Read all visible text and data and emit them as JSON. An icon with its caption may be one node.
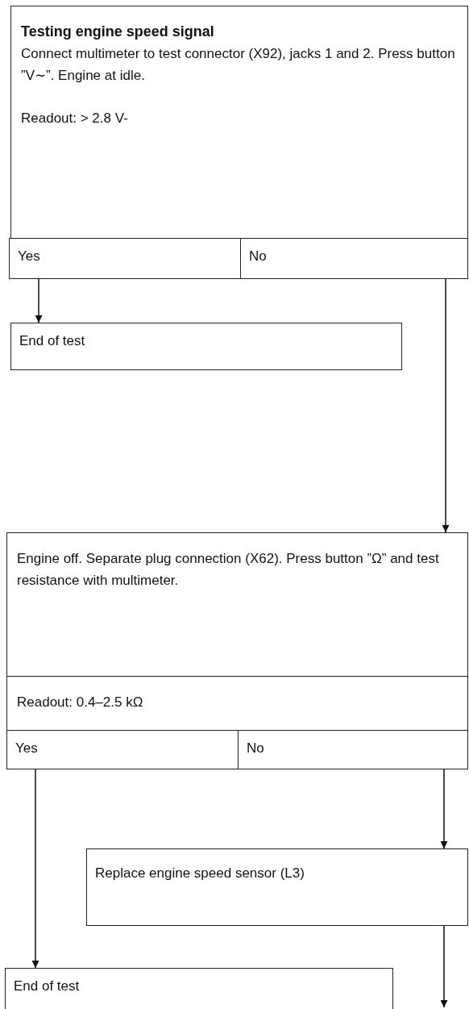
{
  "diagram": {
    "nodes": [
      {
        "text": [
          "Testing engine speed signal",
          "Connect multimeter to test connector (X92), jacks 1 and 2. Press button ”V∼”. Engine at idle.",
          "Readout: > 2.8 V-"
        ]
      },
      {
        "text": [
          "Yes"
        ]
      },
      {
        "text": [
          "No"
        ]
      },
      {
        "text": [
          "End of test"
        ]
      },
      {
        "text": [
          "Engine off. Separate plug connection (X62). Press button ”Ω” and test resistance with multimeter."
        ]
      },
      {
        "text": [
          "Readout: 0.4–2.5 kΩ"
        ]
      },
      {
        "text": [
          "Yes"
        ]
      },
      {
        "text": [
          "No"
        ]
      },
      {
        "text": [
          "Replace engine speed sensor (L3)"
        ]
      },
      {
        "text": [
          "End of test"
        ]
      }
    ],
    "edges": [
      {
        "from": 1,
        "to": 3,
        "arrow": "to"
      },
      {
        "from": 2,
        "to": 4,
        "arrow": "to"
      },
      {
        "from": 6,
        "to": 9,
        "arrow": "to"
      },
      {
        "from": 7,
        "to": 8,
        "arrow": "to"
      },
      {
        "from": 8,
        "to": null,
        "arrow": "to"
      }
    ]
  }
}
